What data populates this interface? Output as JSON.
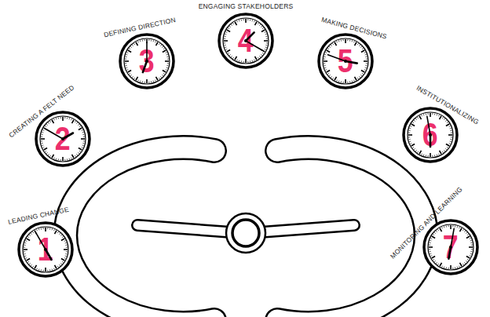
{
  "diagram": {
    "nodes": [
      {
        "text": [
          "LEADING CHANGE",
          "1"
        ]
      },
      {
        "text": [
          "CREATING A FELT NEED",
          "2"
        ]
      },
      {
        "text": [
          "DEFINING DIRECTION",
          "3"
        ]
      },
      {
        "text": [
          "ENGAGING STAKEHOLDERS",
          "4"
        ]
      },
      {
        "text": [
          "MAKING DECISIONS",
          "5"
        ]
      },
      {
        "text": [
          "INSTITUTIONALIZING",
          "6"
        ]
      },
      {
        "text": [
          "MONITORING AND LEARNING",
          "7"
        ]
      }
    ]
  }
}
